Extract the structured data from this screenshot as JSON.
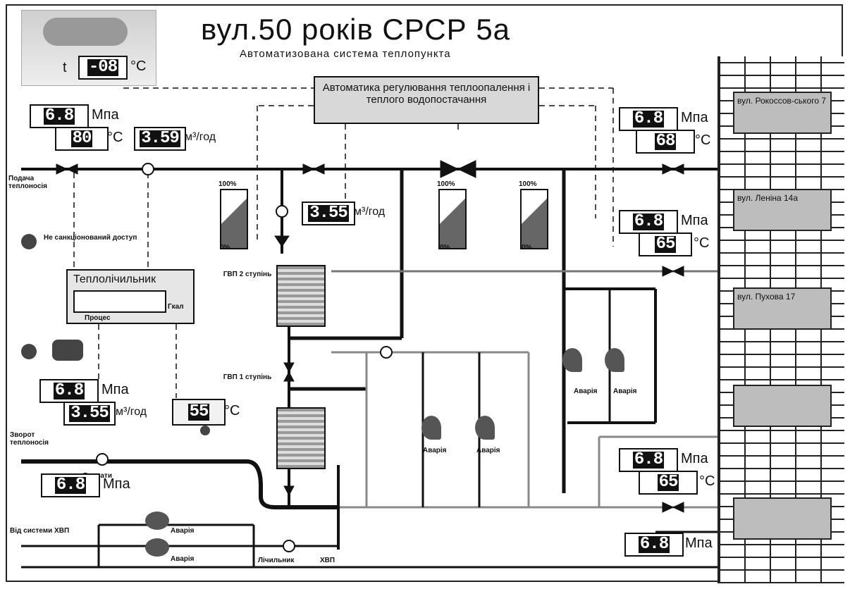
{
  "title": "вул.50 років СРСР   5а",
  "subtitle": "Автоматизована система теплопункта",
  "weather": {
    "t_label": "t",
    "value": "-08",
    "unit": "°C"
  },
  "automation_box": "Автоматика регулювання теплоопалення і теплого водопостачання",
  "left_top": {
    "pressure": "6.8",
    "pressure_unit": "Мпа",
    "temp": "80",
    "temp_unit": "°C",
    "flow": "3.59",
    "flow_unit": "м³/год"
  },
  "supply_label": "Подача теплоносія",
  "center_flow": {
    "value": "3.55",
    "unit": "м³/год"
  },
  "unauthorized": "Не санкціонований доступ",
  "heat_counter": {
    "title": "Теплолічильник",
    "unit": "Гкал",
    "status": "Процес"
  },
  "gvp2": "ГВП 2 ступінь",
  "gvp1": "ГВП 1 ступінь",
  "left_bottom": {
    "pressure": "6.8",
    "pressure_unit": "Мпа",
    "flow": "3.55",
    "flow_unit": "м³/год",
    "temp": "55",
    "temp_unit": "°C"
  },
  "return_label": "Зворот теплоносія",
  "flow_label": "Витрати",
  "cold_pressure": {
    "value": "6.8",
    "unit": "Мпа"
  },
  "cold_label": "Від системи ХВП",
  "counter_label": "Лічильник",
  "xvp_label": "ХВП",
  "alarm": "Аварія",
  "percent_top": "100%",
  "percent_bottom": "0%",
  "right_top": {
    "pressure": "6.8",
    "pressure_unit": "Мпа",
    "temp": "68",
    "temp_unit": "°C"
  },
  "right_mid": {
    "pressure": "6.8",
    "pressure_unit": "Мпа",
    "temp": "65",
    "temp_unit": "°C"
  },
  "right_low": {
    "pressure": "6.8",
    "pressure_unit": "Мпа",
    "temp": "65",
    "temp_unit": "°C"
  },
  "right_bottom": {
    "pressure": "6.8",
    "pressure_unit": "Мпа"
  },
  "buildings": [
    "вул. Рокоссов-ського 7",
    "вул. Леніна 14а",
    "вул. Пухова 17",
    "",
    ""
  ]
}
